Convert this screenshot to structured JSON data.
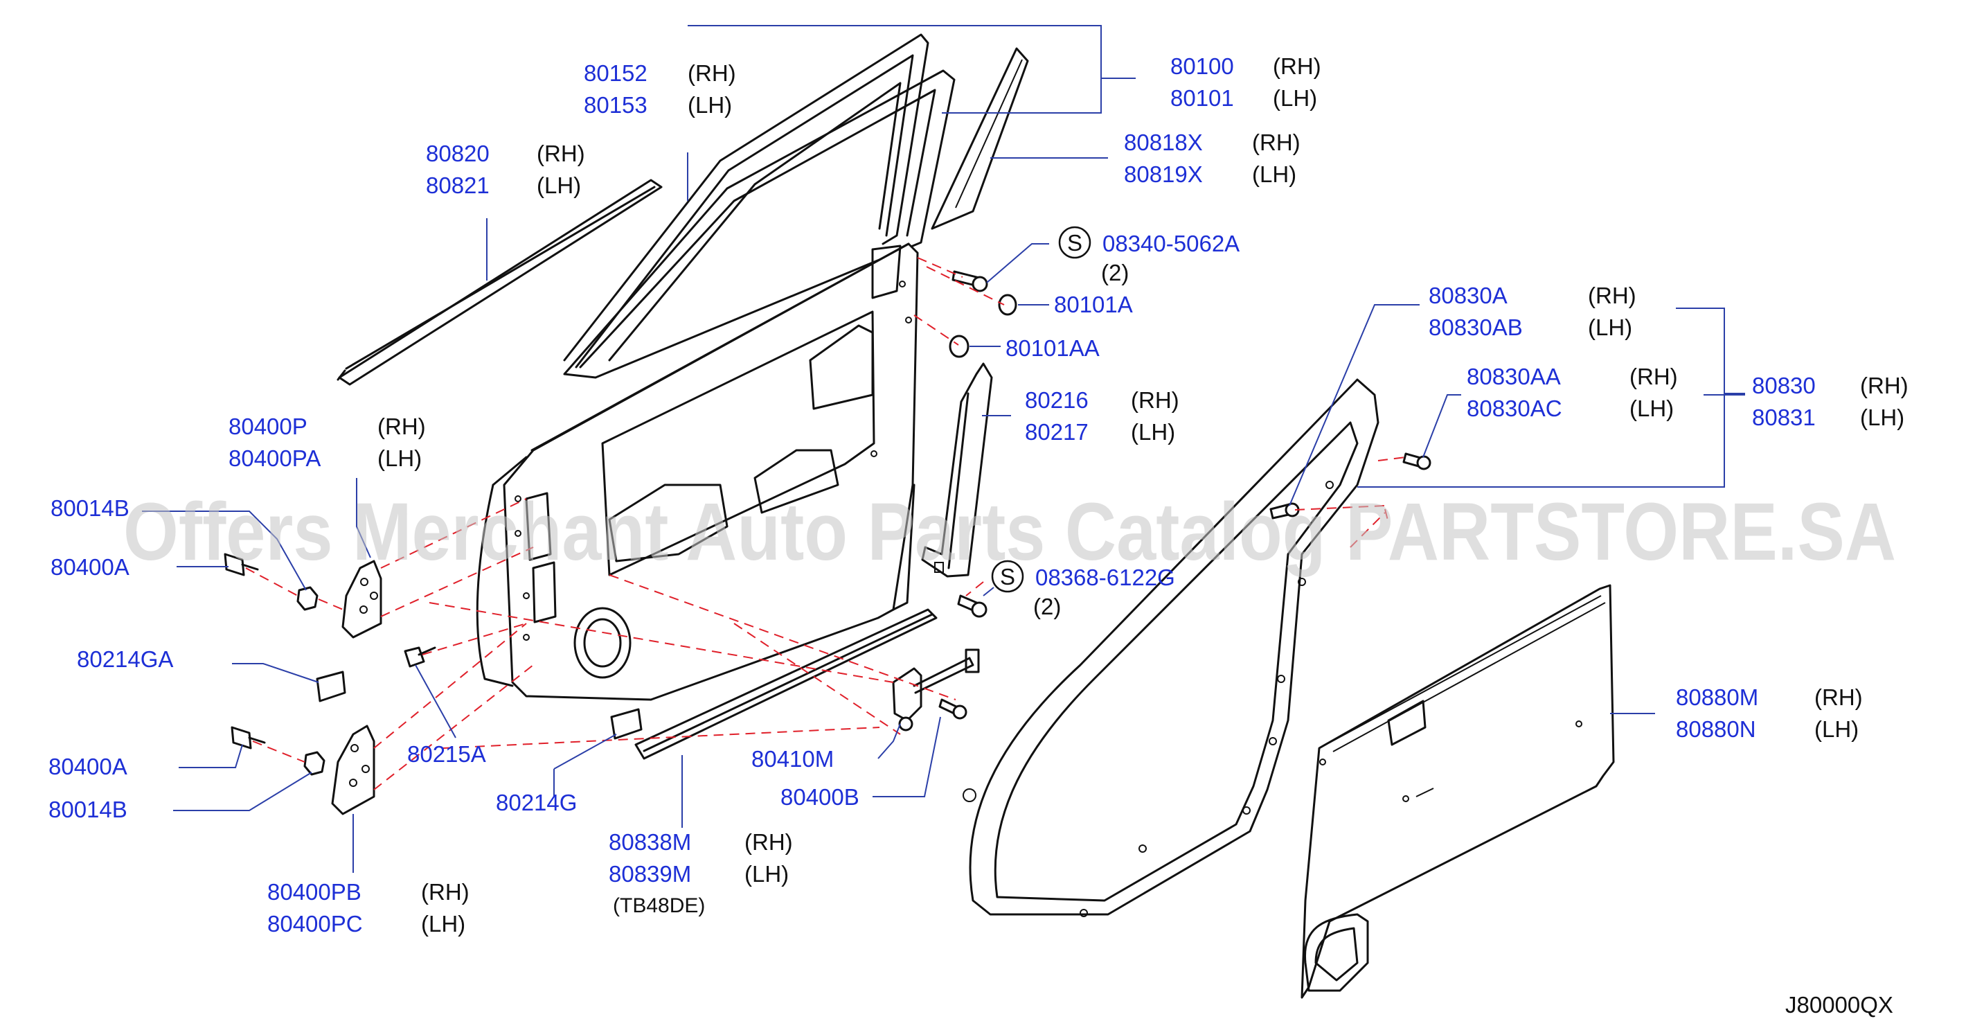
{
  "diagram_code": "J80000QX",
  "watermark": "Offers Merchant Auto Parts Catalog PARTSTORE.SA",
  "callouts": [
    {
      "id": "c1",
      "parts": [
        "80152",
        "80153"
      ],
      "sides": [
        "(RH)",
        "(LH)"
      ]
    },
    {
      "id": "c2",
      "parts": [
        "80100",
        "80101"
      ],
      "sides": [
        "(RH)",
        "(LH)"
      ]
    },
    {
      "id": "c3",
      "parts": [
        "80818X",
        "80819X"
      ],
      "sides": [
        "(RH)",
        "(LH)"
      ]
    },
    {
      "id": "c4",
      "parts": [
        "80820",
        "80821"
      ],
      "sides": [
        "(RH)",
        "(LH)"
      ]
    },
    {
      "id": "c5",
      "parts": [
        "08340-5062A"
      ],
      "symbol": "S",
      "qty": "(2)"
    },
    {
      "id": "c6",
      "parts": [
        "80101A"
      ]
    },
    {
      "id": "c7",
      "parts": [
        "80101AA"
      ]
    },
    {
      "id": "c8",
      "parts": [
        "80216",
        "80217"
      ],
      "sides": [
        "(RH)",
        "(LH)"
      ]
    },
    {
      "id": "c9",
      "parts": [
        "80830A",
        "80830AB"
      ],
      "sides": [
        "(RH)",
        "(LH)"
      ]
    },
    {
      "id": "c10",
      "parts": [
        "80830AA",
        "80830AC"
      ],
      "sides": [
        "(RH)",
        "(LH)"
      ]
    },
    {
      "id": "c11",
      "parts": [
        "80830",
        "80831"
      ],
      "sides": [
        "(RH)",
        "(LH)"
      ]
    },
    {
      "id": "c12",
      "parts": [
        "80400P",
        "80400PA"
      ],
      "sides": [
        "(RH)",
        "(LH)"
      ]
    },
    {
      "id": "c13",
      "parts": [
        "80014B"
      ]
    },
    {
      "id": "c14",
      "parts": [
        "80400A"
      ]
    },
    {
      "id": "c15",
      "parts": [
        "08368-6122G"
      ],
      "symbol": "S",
      "qty": "(2)"
    },
    {
      "id": "c16",
      "parts": [
        "80214GA"
      ]
    },
    {
      "id": "c17",
      "parts": [
        "80215A"
      ]
    },
    {
      "id": "c18",
      "parts": [
        "80880M",
        "80880N"
      ],
      "sides": [
        "(RH)",
        "(LH)"
      ]
    },
    {
      "id": "c19",
      "parts": [
        "80400A"
      ]
    },
    {
      "id": "c20",
      "parts": [
        "80014B"
      ]
    },
    {
      "id": "c21",
      "parts": [
        "80214G"
      ]
    },
    {
      "id": "c22",
      "parts": [
        "80410M"
      ]
    },
    {
      "id": "c23",
      "parts": [
        "80400B"
      ]
    },
    {
      "id": "c24",
      "parts": [
        "80838M",
        "80839M"
      ],
      "sides": [
        "(RH)",
        "(LH)"
      ],
      "note": "(TB48DE)"
    },
    {
      "id": "c25",
      "parts": [
        "80400PB",
        "80400PC"
      ],
      "sides": [
        "(RH)",
        "(LH)"
      ]
    }
  ]
}
